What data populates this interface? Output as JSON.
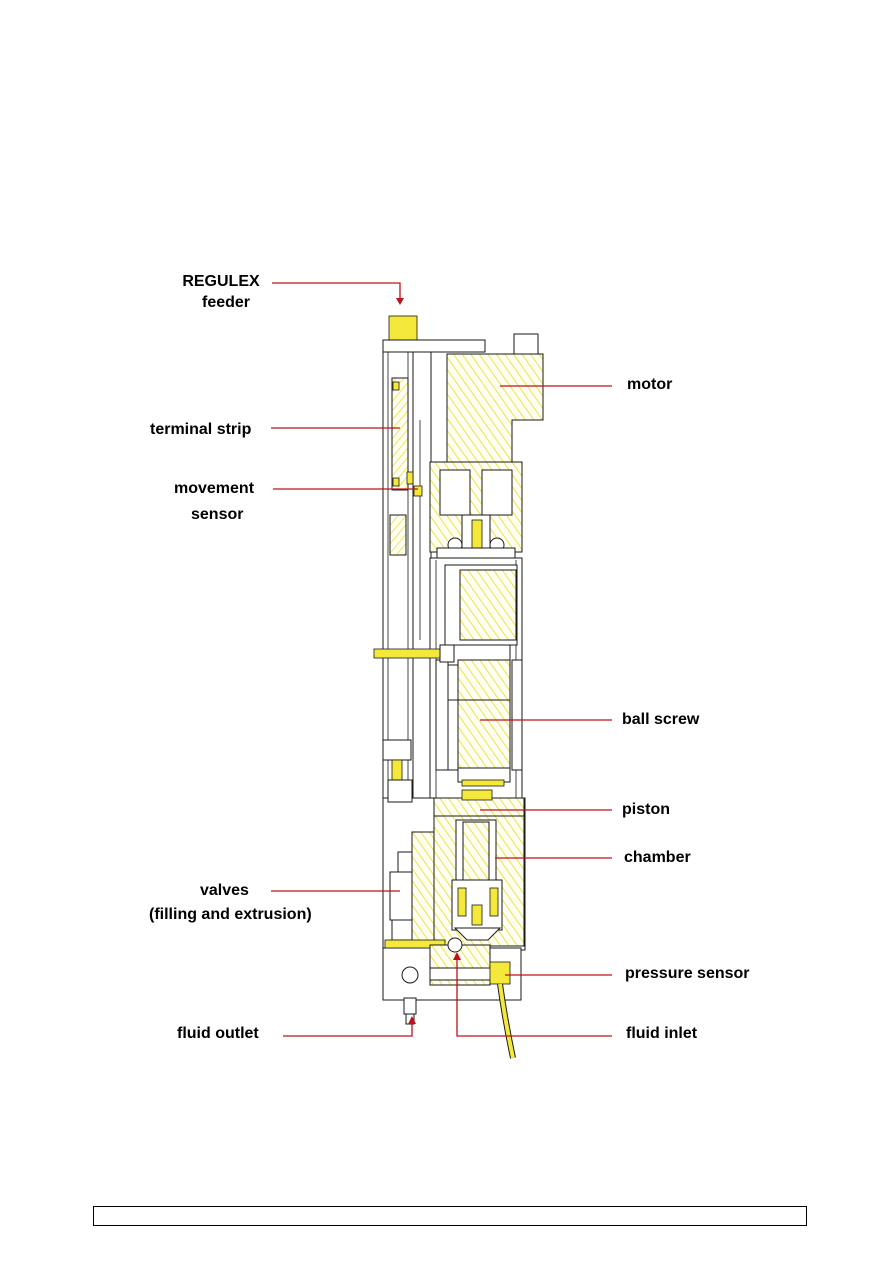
{
  "labels": {
    "regulex_feeder": "REGULEX\nfeeder",
    "regulex": "REGULEX",
    "feeder": "feeder",
    "motor": "motor",
    "terminal_strip": "terminal strip",
    "movement": "movement",
    "sensor": "sensor",
    "ball_screw": "ball screw",
    "piston": "piston",
    "chamber": "chamber",
    "valves": "valves",
    "valves_sub": "(filling and extrusion)",
    "pressure_sensor": "pressure sensor",
    "fluid_outlet": "fluid outlet",
    "fluid_inlet": "fluid inlet"
  },
  "colors": {
    "leader_line": "#c0101a",
    "hatch_yellow": "#e8dc20",
    "part_yellow": "#f4e93a",
    "outline": "#1a1a1a"
  },
  "footer": {
    "text": ""
  }
}
